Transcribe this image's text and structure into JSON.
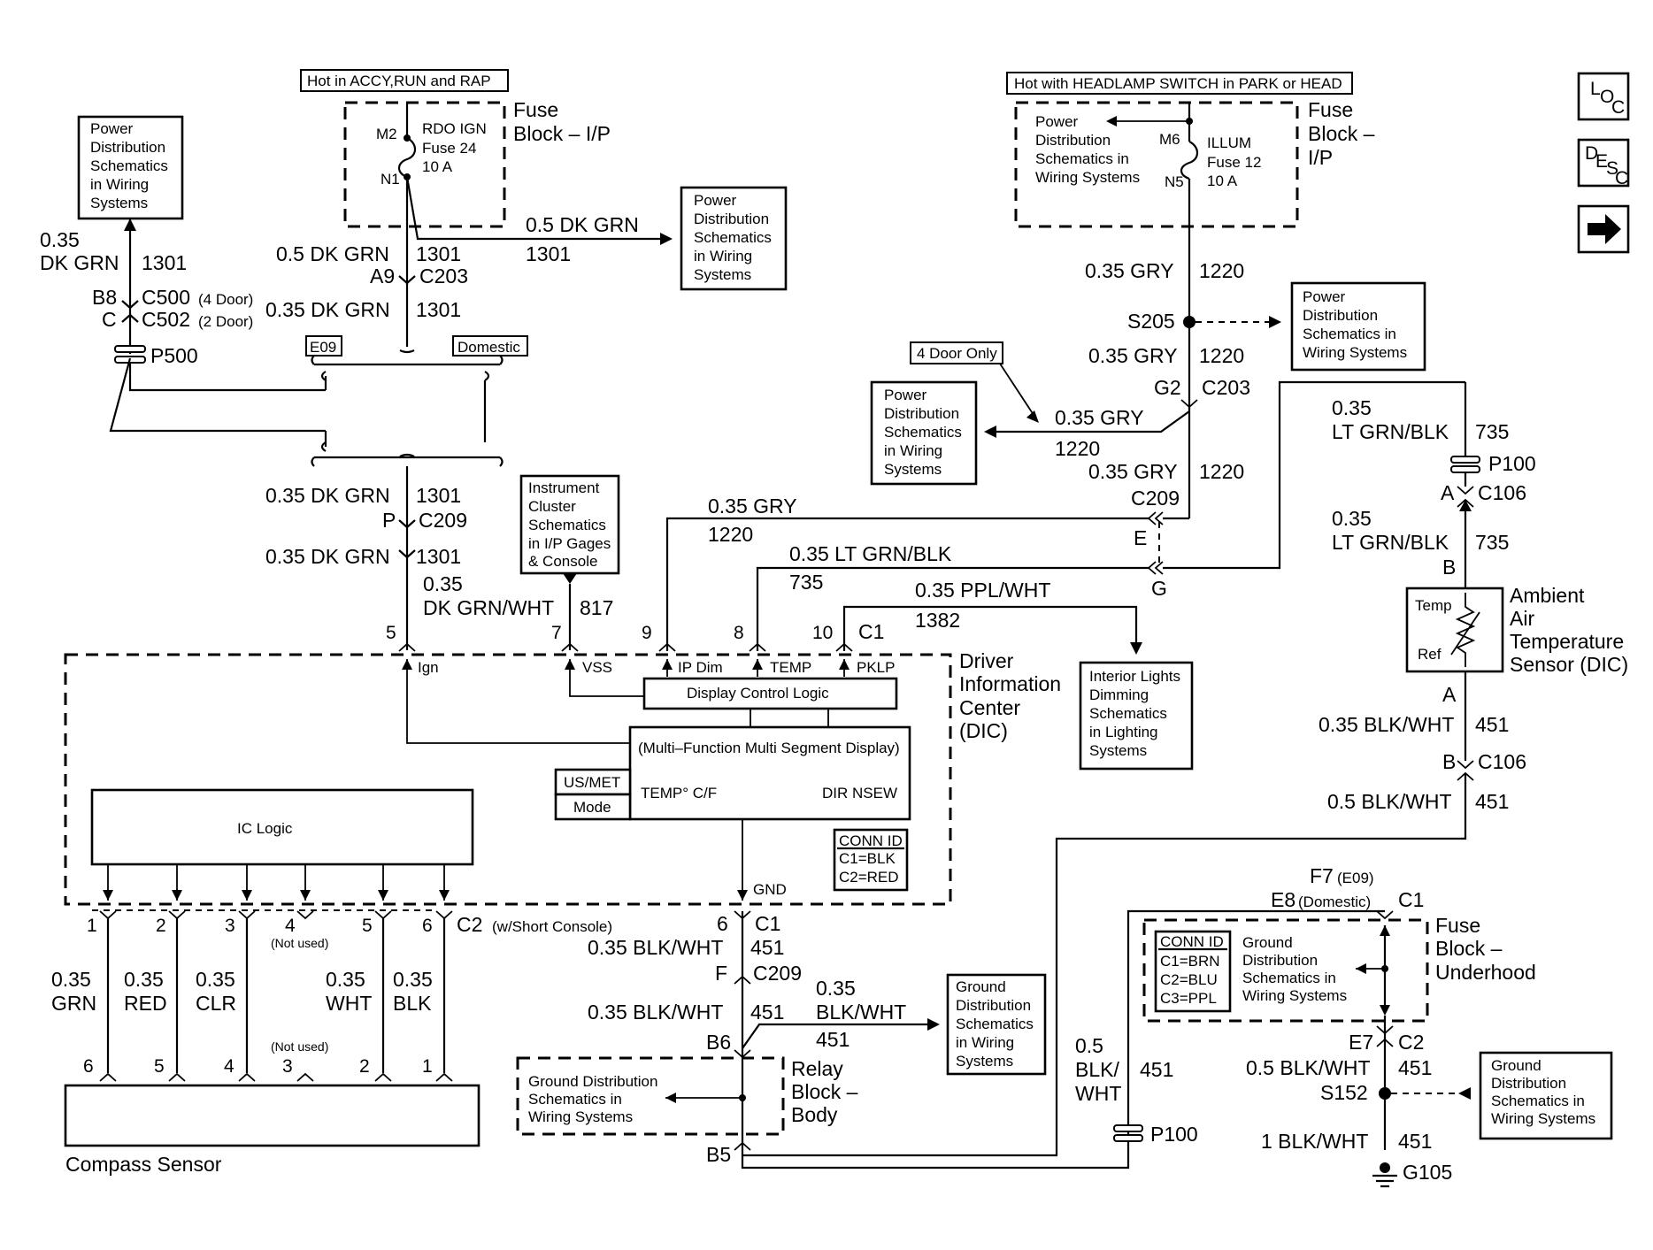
{
  "nav": {
    "loc": [
      "L",
      "O",
      "C"
    ],
    "desc": [
      "D",
      "E",
      "S",
      "C"
    ],
    "next_arrow": "right-arrow-icon"
  },
  "fuse_ip_left": {
    "hot_label": "Hot in ACCY,RUN and RAP",
    "name": [
      "Fuse",
      "Block – I/P"
    ],
    "pin_in": "M2",
    "pin_out": "N1",
    "fuse": [
      "RDO IGN",
      "Fuse 24",
      "10 A"
    ]
  },
  "fuse_ip_right": {
    "hot_label": "Hot with HEADLAMP SWITCH in PARK or HEAD",
    "name": [
      "Fuse",
      "Block –",
      "I/P"
    ],
    "pin_in": "M6",
    "pin_out": "N5",
    "fuse": [
      "ILLUM",
      "Fuse 12",
      "10 A"
    ]
  },
  "refs": {
    "power_left": [
      "Power",
      "Distribution",
      "Schematics",
      "in Wiring",
      "Systems"
    ],
    "power_mid": [
      "Power",
      "Distribution",
      "Schematics",
      "in Wiring",
      "Systems"
    ],
    "power_s205": [
      "Power",
      "Distribution",
      "Schematics in",
      "Wiring Systems"
    ],
    "power_4door": [
      "Power",
      "Distribution",
      "Schematics",
      "in Wiring",
      "Systems"
    ],
    "power_topright": [
      "Power",
      "Distribution",
      "Schematics in",
      "Wiring Systems"
    ],
    "instrument": [
      "Instrument",
      "Cluster",
      "Schematics",
      "in I/P Gages",
      "& Console"
    ],
    "interior": [
      "Interior Lights",
      "Dimming",
      "Schematics",
      "in Lighting",
      "Systems"
    ],
    "ground_mid": [
      "Ground",
      "Distribution",
      "Schematics",
      "in Wiring",
      "Systems"
    ],
    "ground_relay": [
      "Ground Distribution",
      "Schematics in",
      "Wiring Systems"
    ],
    "ground_underhood": [
      "Ground",
      "Distribution",
      "Schematics in",
      "Wiring Systems"
    ],
    "ground_right": [
      "Ground",
      "Distribution",
      "Schematics in",
      "Wiring Systems"
    ]
  },
  "tags": {
    "e09": "E09",
    "domestic": "Domestic",
    "four_door": "4 Door Only"
  },
  "wires": {
    "w_left_035": "0.35",
    "w_left_dkgrn": "DK GRN",
    "w_left_1301": "1301",
    "b8": "B8",
    "c_left": "C",
    "c500": "C500",
    "c500_sub": "(4 Door)",
    "c502": "C502",
    "c502_sub": "(2 Door)",
    "p500": "P500",
    "f_out_dkgrn": "0.5 DK GRN",
    "f_out_1301": "1301",
    "f_vert_dkgrn": "0.5 DK GRN",
    "f_vert_1301": "1301",
    "a9": "A9",
    "c203": "C203",
    "dkgrn_035_a": "0.35 DK GRN",
    "n1301_a": "1301",
    "dkgrn_035_b": "0.35 DK GRN",
    "n1301_b": "1301",
    "p_pin": "P",
    "c209_l": "C209",
    "dkgrn_035_c": "0.35 DK GRN",
    "n1301_c": "1301",
    "dkgrnwht_035": "0.35",
    "dkgrnwht": "DK GRN/WHT",
    "n817": "817",
    "gry_035_top": "0.35 GRY",
    "n1220_top": "1220",
    "s205": "S205",
    "gry_035_mid": "0.35 GRY",
    "n1220_mid": "1220",
    "g2": "G2",
    "c203_r": "C203",
    "gry_035_4door": "0.35 GRY",
    "n1220_4door": "1220",
    "gry_035_c209": "0.35 GRY",
    "n1220_c209": "1220",
    "c209_r": "C209",
    "pin_e": "E",
    "pin_g": "G",
    "gry_035_dic": "0.35 GRY",
    "n1220_dic": "1220",
    "ltgrnblk_035_dic": "0.35 LT GRN/BLK",
    "n735_dic": "735",
    "pplwht_035": "0.35 PPL/WHT",
    "n1382": "1382",
    "ltgrn_035_a": "0.35",
    "ltgrn_a": "LT GRN/BLK",
    "n735_a": "735",
    "p100_top": "P100",
    "a_c106": "A",
    "c106_top": "C106",
    "ltgrn_035_b": "0.35",
    "ltgrn_b": "LT GRN/BLK",
    "n735_b": "735",
    "b_sensor": "B",
    "temp": "Temp",
    "ref": "Ref",
    "ambient": [
      "Ambient",
      "Air",
      "Temperature",
      "Sensor (DIC)"
    ],
    "a_sensor": "A",
    "blkwht_035_r": "0.35 BLK/WHT",
    "n451_r1": "451",
    "b_c106": "B",
    "c106_bot": "C106",
    "blkwht_05_r": "0.5 BLK/WHT",
    "n451_r2": "451"
  },
  "dic": {
    "name": [
      "Driver",
      "Information",
      "Center",
      "(DIC)"
    ],
    "pins": [
      "5",
      "7",
      "9",
      "8",
      "10"
    ],
    "c1": "C1",
    "inputs": [
      "Ign",
      "VSS",
      "IP Dim",
      "TEMP",
      "PKLP"
    ],
    "display_logic": "Display Control Logic",
    "display": "(Multi–Function Multi Segment Display)",
    "temp_cf": "TEMP° C/F",
    "dir": "DIR NSEW",
    "us_met": "US/MET",
    "mode": "Mode",
    "ic_logic": "IC Logic",
    "conn_id": [
      "CONN ID",
      "C1=BLK",
      "C2=RED"
    ],
    "gnd": "GND"
  },
  "compass": {
    "pins_top": [
      "1",
      "2",
      "3",
      "4",
      "5",
      "6"
    ],
    "not_used_top": "(Not used)",
    "c2": "C2",
    "c2_sub": "(w/Short Console)",
    "wires": [
      [
        "0.35",
        "GRN"
      ],
      [
        "0.35",
        "RED"
      ],
      [
        "0.35",
        "CLR"
      ],
      [
        "0.35",
        "WHT"
      ],
      [
        "0.35",
        "BLK"
      ]
    ],
    "not_used_bot": "(Not used)",
    "pins_bot": [
      "6",
      "5",
      "4",
      "3",
      "2",
      "1"
    ],
    "label": "Compass Sensor"
  },
  "ground_path": {
    "p6": "6",
    "c1": "C1",
    "bw1": "0.35 BLK/WHT",
    "n451_1": "451",
    "f": "F",
    "c209": "C209",
    "bw2": "0.35 BLK/WHT",
    "n451_2": "451",
    "out_035": "0.35",
    "out_bw": "BLK/WHT",
    "out_451": "451",
    "b6": "B6",
    "b5": "B5",
    "relay": [
      "Relay",
      "Block –",
      "Body"
    ]
  },
  "underhood": {
    "f7": "F7",
    "f7_sub": "(E09)",
    "e8": "E8",
    "e8_sub": "(Domestic)",
    "c1": "C1",
    "name": [
      "Fuse",
      "Block –",
      "Underhood"
    ],
    "conn_id": [
      "CONN ID",
      "C1=BRN",
      "C2=BLU",
      "C3=PPL"
    ],
    "e7": "E7",
    "c2": "C2",
    "bw05": "0.5 BLK/WHT",
    "n451": "451",
    "s152": "S152",
    "bw1": "1 BLK/WHT",
    "n451_b": "451",
    "g105": "G105",
    "left_05": "0.5",
    "left_blk": "BLK/",
    "left_wht": "WHT",
    "left_451": "451",
    "p100": "P100"
  }
}
